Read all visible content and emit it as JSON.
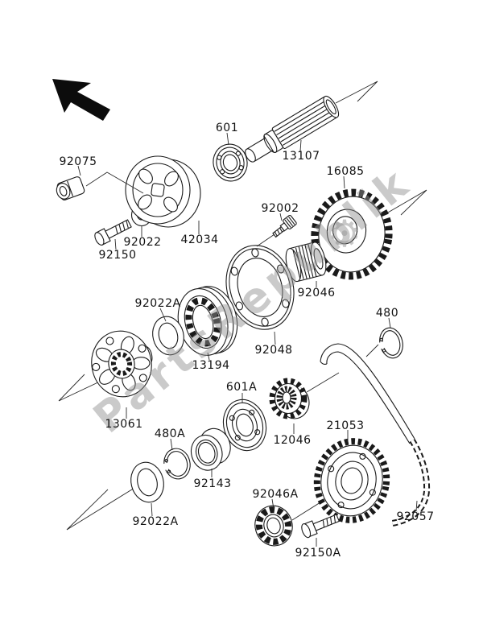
{
  "watermark": {
    "text": "PartsRepublik",
    "logo_glyph": "⚙"
  },
  "parts": [
    {
      "ref": "92075"
    },
    {
      "ref": "601"
    },
    {
      "ref": "13107"
    },
    {
      "ref": "16085"
    },
    {
      "ref": "92002"
    },
    {
      "ref": "92022"
    },
    {
      "ref": "42034"
    },
    {
      "ref": "92150"
    },
    {
      "ref": "92046"
    },
    {
      "ref": "92022A"
    },
    {
      "ref": "92048"
    },
    {
      "ref": "13194"
    },
    {
      "ref": "480"
    },
    {
      "ref": "13061"
    },
    {
      "ref": "601A"
    },
    {
      "ref": "480A"
    },
    {
      "ref": "12046"
    },
    {
      "ref": "21053"
    },
    {
      "ref": "92143"
    },
    {
      "ref": "92046A"
    },
    {
      "ref": "92022A"
    },
    {
      "ref": "92057"
    },
    {
      "ref": "92150A"
    }
  ]
}
